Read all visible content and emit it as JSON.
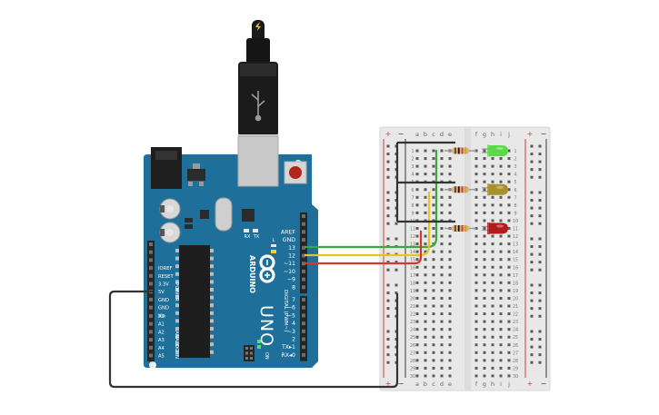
{
  "arduino": {
    "brand": "ARDUINO",
    "model": "UNO",
    "power_header_label": "POWER",
    "analog_header_label": "ANALOG IN",
    "digital_header_label": "DIGITAL (PWM~)",
    "on_label": "ON",
    "power_pins": [
      "IOREF",
      "RESET",
      "3.3V",
      "5V",
      "GND",
      "GND",
      "Vin"
    ],
    "analog_pins": [
      "A0",
      "A1",
      "A2",
      "A3",
      "A4",
      "A5"
    ],
    "top_digital_pins": [
      "AREF",
      "GND",
      "13",
      "12",
      "~11",
      "~10",
      "~9",
      "8"
    ],
    "bottom_digital_pins": [
      "7",
      "~6",
      "~5",
      "4",
      "~3",
      "2",
      "TX▸1",
      "RX◂0"
    ],
    "led_labels": [
      "L",
      "TX",
      "RX"
    ],
    "colors": {
      "board": "#1f6f9b",
      "header": "#262626"
    }
  },
  "breadboard": {
    "column_letters_left": [
      "a",
      "b",
      "c",
      "d",
      "e"
    ],
    "column_letters_right": [
      "f",
      "g",
      "h",
      "i",
      "j"
    ],
    "rail_plus": "+",
    "rail_minus": "−",
    "row_numbers": [
      "1",
      "2",
      "3",
      "4",
      "5",
      "6",
      "7",
      "8",
      "9",
      "10",
      "11",
      "12",
      "13",
      "14",
      "15",
      "16",
      "17",
      "18",
      "19",
      "20",
      "21",
      "22",
      "23",
      "24",
      "25",
      "26",
      "27",
      "28",
      "29",
      "30"
    ]
  },
  "components": {
    "leds": [
      {
        "color_name": "green",
        "color": "#5dd84a"
      },
      {
        "color_name": "yellow",
        "color": "#a8902a"
      },
      {
        "color_name": "red",
        "color": "#b01c1c"
      }
    ],
    "wires": [
      {
        "from": "13",
        "color": "#3aa83a"
      },
      {
        "from": "12",
        "color": "#e6c51f"
      },
      {
        "from": "~11",
        "color": "#d43a2a"
      },
      {
        "from": "GND",
        "color": "#333333"
      }
    ]
  }
}
